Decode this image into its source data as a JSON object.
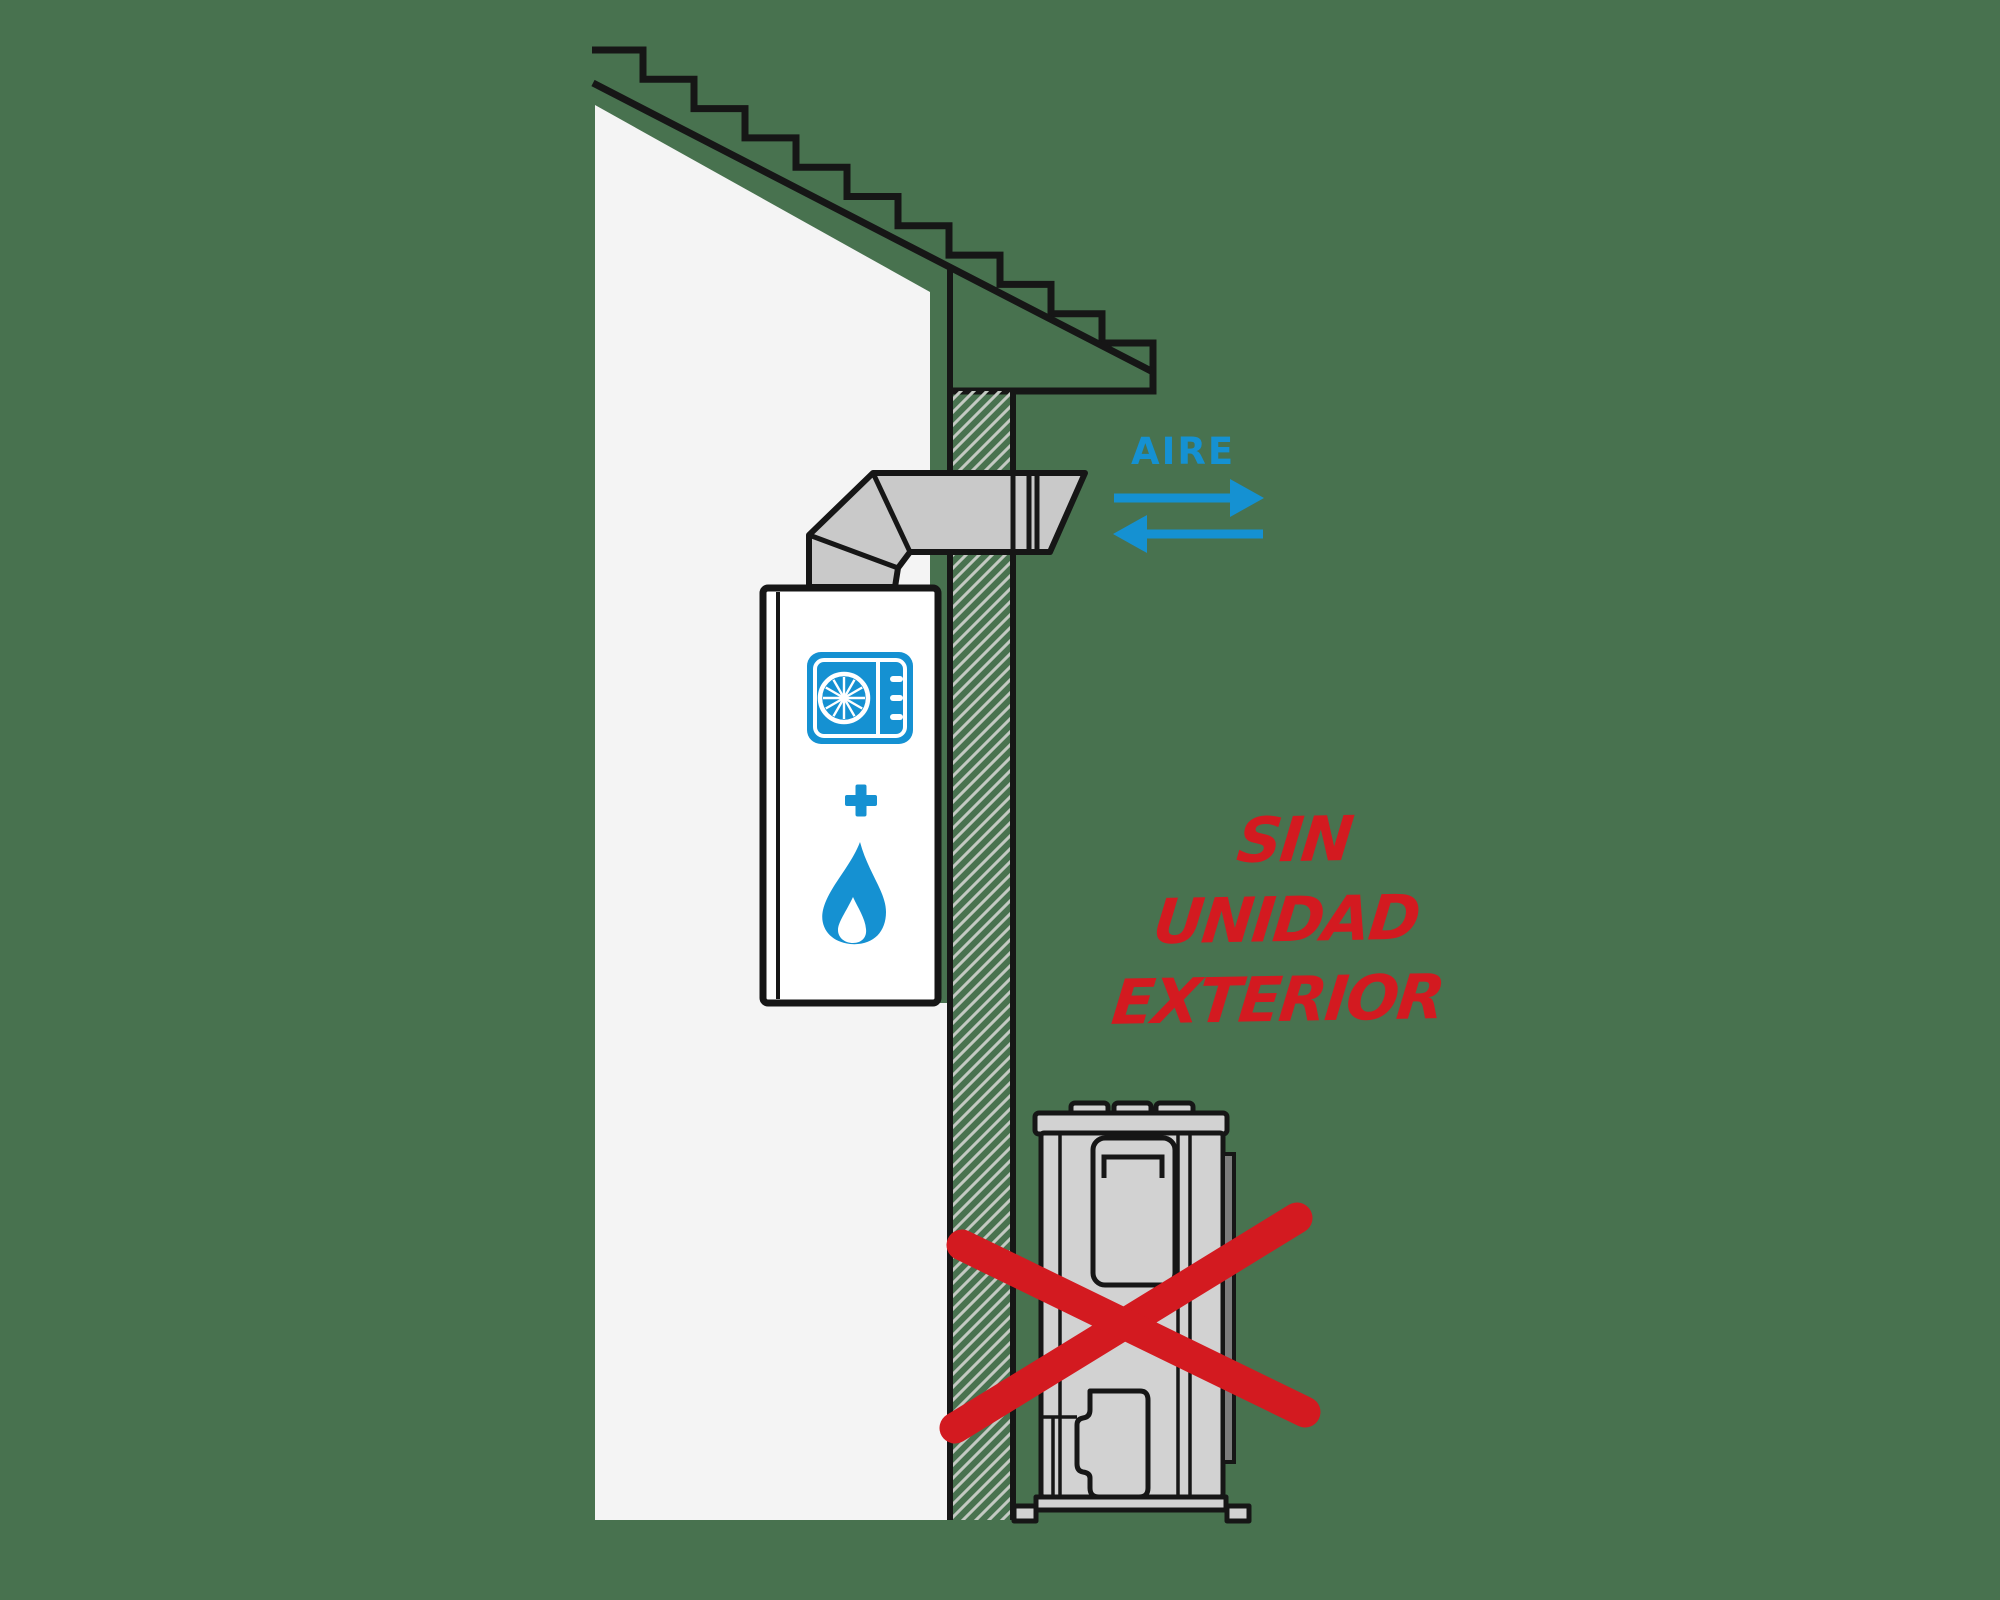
{
  "title": "Hybrid boiler through-wall flue diagram — no outdoor unit",
  "labels": {
    "air_flow": "AIRE",
    "no_outdoor_unit_line1": "SIN",
    "no_outdoor_unit_line2": "UNIDAD",
    "no_outdoor_unit_line3": "EXTERIOR"
  },
  "colors": {
    "background_green": "#48724F",
    "accent_blue": "#1591D2",
    "warning_red": "#D31A20",
    "wall_white": "#F4F4F4",
    "duct_gray": "#C9C9C9",
    "unit_gray": "#D2D2D2",
    "dark_gray": "#7D7D7D",
    "line_black": "#161616",
    "hatch_gray": "#C3C9C2"
  },
  "icons": {
    "heat_pump_unit_icon": "blue rounded square with white fan wheel and three vent dashes",
    "plus_icon": "blue plus sign",
    "gas_flame_icon": "blue gas flame with white inner core",
    "air_arrow_right_icon": "blue arrow pointing right (air out)",
    "air_arrow_left_icon": "blue arrow pointing left (air in)",
    "cross_out_icon": "thick red X over outdoor unit"
  },
  "components": [
    "pitched-roof-with-shingles",
    "house-interior-wall",
    "exterior-wall-section-hatched",
    "flue-duct-elbow-through-wall",
    "wall-hung-hybrid-boiler",
    "crossed-out-outdoor-unit"
  ]
}
